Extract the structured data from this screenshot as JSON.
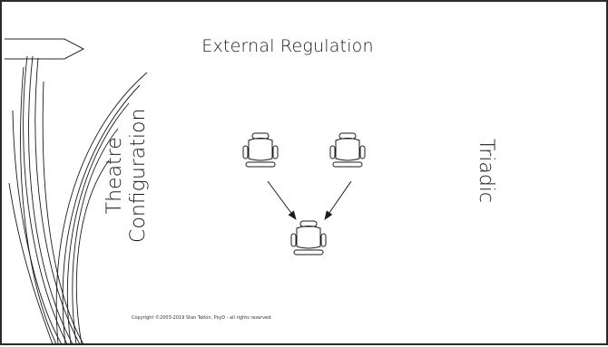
{
  "slide": {
    "title": "External Regulation",
    "left_label_line1": "Theatre",
    "left_label_line2": "Configuration",
    "right_label": "Triadic",
    "copyright": "Copyright ©2003-2019 Stan Tatkin, PsyD - all rights reserved"
  },
  "icons": {
    "arrow_tab": "arrow-tab-icon",
    "chair": "office-chair-icon",
    "arrow": "arrow-icon"
  },
  "colors": {
    "stroke": "#1a1a1a",
    "border": "#2a2a2a",
    "background": "#ffffff"
  }
}
